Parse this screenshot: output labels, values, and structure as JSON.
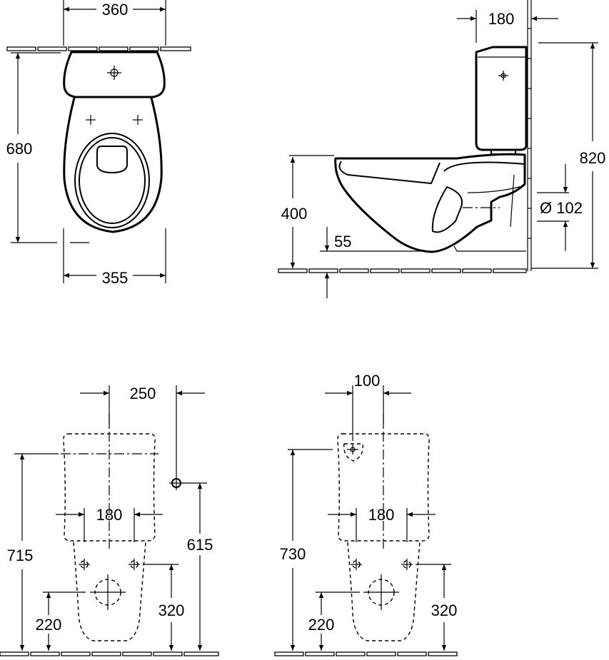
{
  "views": {
    "top_view": {
      "dims": {
        "width_top": "360",
        "length": "680",
        "width_bottom": "355"
      }
    },
    "side_view": {
      "dims": {
        "tank_depth": "180",
        "total_height": "820",
        "seat_height": "400",
        "outlet_height": "55",
        "outlet_diameter": "Ø 102"
      }
    },
    "rear_view_left": {
      "dims": {
        "supply_offset": "250",
        "fixing_spacing": "180",
        "total_height": "715",
        "supply_height": "615",
        "fixing_height": "320",
        "outlet_height": "220"
      }
    },
    "rear_view_right": {
      "dims": {
        "supply_offset": "100",
        "fixing_spacing": "180",
        "total_height": "730",
        "fixing_height": "320",
        "outlet_height": "220"
      }
    }
  }
}
